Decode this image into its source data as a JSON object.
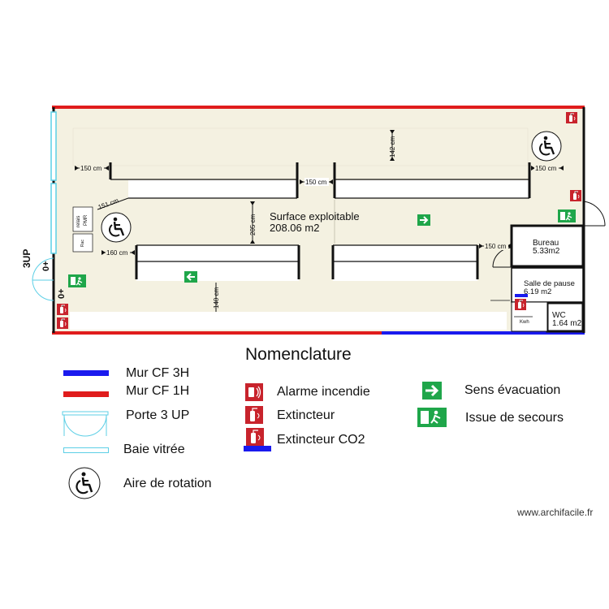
{
  "plan": {
    "area_label": "Surface exploitable",
    "area_value": "208.06 m2",
    "dimensions": {
      "d150_left_top": "150 cm",
      "d150_mid_top": "150 cm",
      "d150_right_top": "150 cm",
      "d142": "142 cm",
      "d151": "151 cm",
      "d205": "205 cm",
      "d160": "160 cm",
      "d150_lower_right": "150 cm",
      "d140": "140 cm"
    },
    "rooms": {
      "bureau_name": "Bureau",
      "bureau_area": "5.33m2",
      "pause_name": "Salle de pause",
      "pause_area": "6.19 m2",
      "wc_name": "WC",
      "wc_area": "1.64 m2"
    },
    "door_label_3up": "3UP",
    "door_label_0a": "0+",
    "door_label_0b": "0+",
    "cabinet_labels": [
      "relais",
      "PMR"
    ],
    "cabinet_small": "Rac",
    "wc_tag": "Kwh"
  },
  "legend": {
    "title": "Nomenclature",
    "items": {
      "mur_3h": "Mur CF 3H",
      "mur_1h": "Mur CF 1H",
      "porte": "Porte 3 UP",
      "baie": "Baie vitrée",
      "rotation": "Aire de rotation",
      "alarme": "Alarme incendie",
      "extincteur": "Extincteur",
      "extincteur_co2": "Extincteur CO2",
      "sens": "Sens évacuation",
      "issue": "Issue de secours"
    }
  },
  "watermark": "www.archifacile.fr",
  "colors": {
    "wall_3h": "#1a1aee",
    "wall_1h": "#e01c1c",
    "floor": "#f4f1e1",
    "glass": "#5ccfe6",
    "exit_green": "#1fa64a",
    "fire_red": "#c8232c"
  }
}
